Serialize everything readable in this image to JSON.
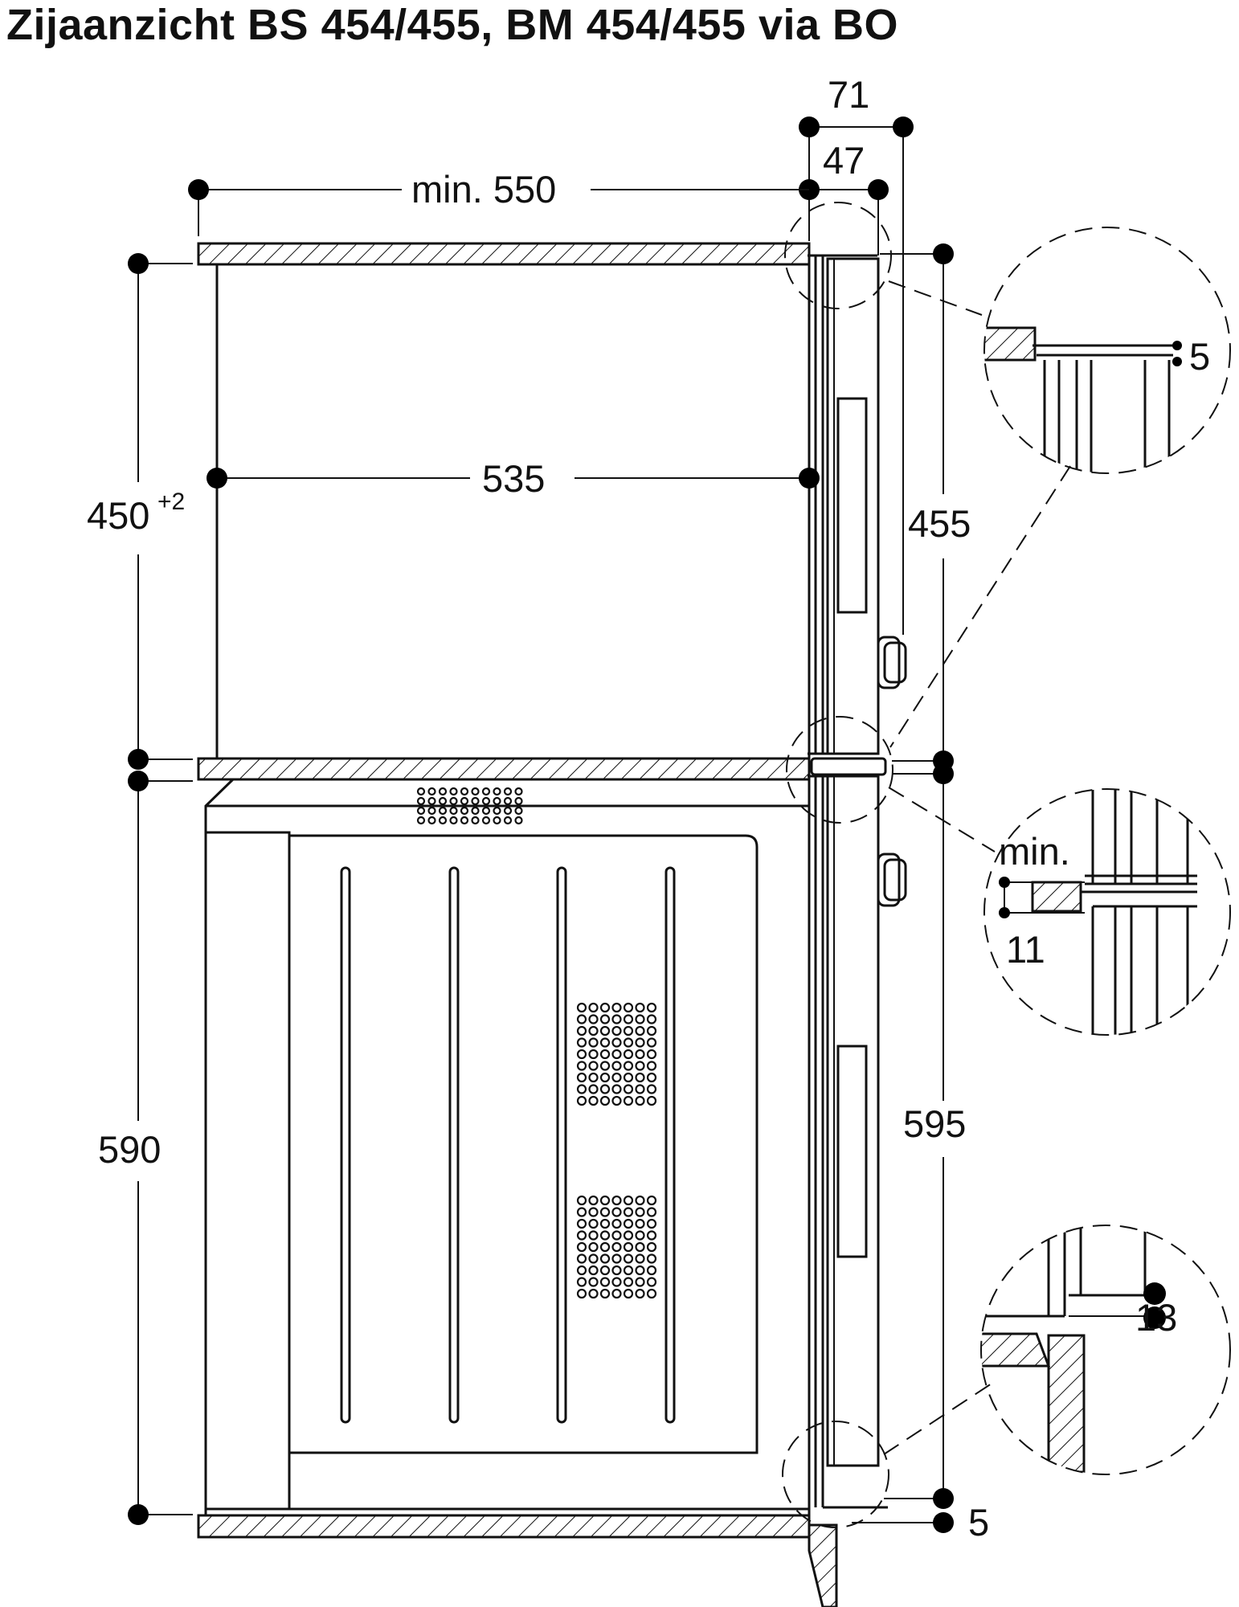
{
  "title": "Zijaanzicht BS 454/455, BM 454/455 via BO",
  "dimensions": {
    "top_71": "71",
    "top_47": "47",
    "min_550": "min. 550",
    "width_535": "535",
    "niche_upper_base": "450",
    "niche_upper_sup": "+2",
    "niche_lower": "590",
    "front_455": "455",
    "front_595": "595",
    "bottom_5": "5"
  },
  "detail_views": {
    "top": {
      "label": "5"
    },
    "middle": {
      "label_min": "min.",
      "label_value": "11"
    },
    "bottom": {
      "label": "13"
    }
  }
}
